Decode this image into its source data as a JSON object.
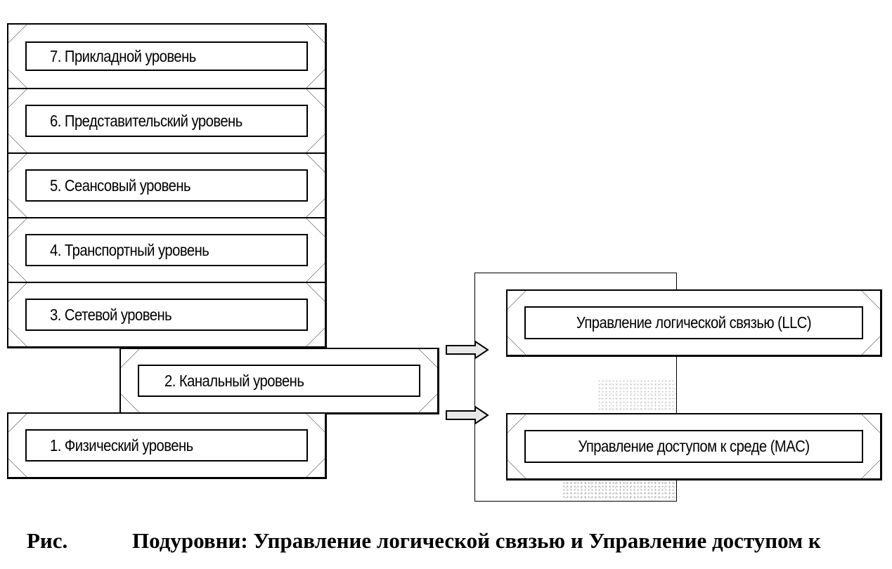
{
  "layers": {
    "l7": "7. Прикладной уровень",
    "l6": "6. Представительский уровень",
    "l5": "5. Сеансовый уровень",
    "l4": "4. Транспортный уровень",
    "l3": "3. Сетевой уровень",
    "l2": "2. Канальный уровень",
    "l1": "1. Физический уровень"
  },
  "sublayers": {
    "llc": "Управление логической связью (LLC)",
    "mac": "Управление доступом к среде (MAC)"
  },
  "caption": {
    "label": "Рис.",
    "text": "Подуровни: Управление логической связью и Управление доступом к"
  }
}
